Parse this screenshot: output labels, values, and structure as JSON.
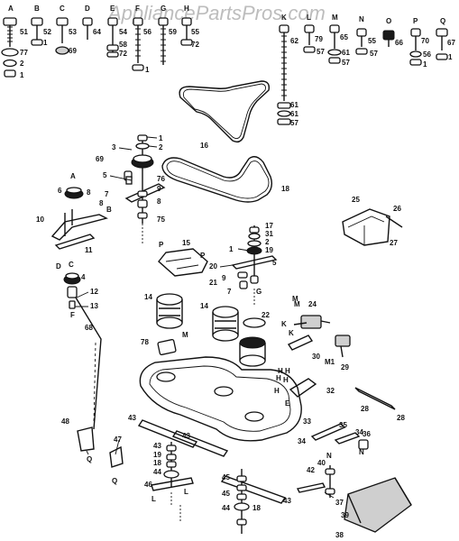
{
  "watermark": "AppliancePartsPros.com",
  "hardware_letters": [
    "A",
    "B",
    "C",
    "D",
    "E",
    "F",
    "G",
    "H",
    "K",
    "L",
    "M",
    "N",
    "O",
    "P",
    "Q"
  ],
  "hardware_numbers": {
    "A": [
      "51",
      "77",
      "2",
      "1"
    ],
    "B": [
      "52",
      "1"
    ],
    "C": [
      "53",
      "69"
    ],
    "D": [
      "64"
    ],
    "E": [
      "54",
      "58",
      "72"
    ],
    "F": [
      "56",
      "1"
    ],
    "G": [
      "59"
    ],
    "H": [
      "55",
      "72"
    ],
    "K": [
      "62",
      "61",
      "61",
      "57"
    ],
    "L": [
      "79",
      "57"
    ],
    "M": [
      "65",
      "61",
      "57"
    ],
    "N": [
      "55",
      "57"
    ],
    "O": [
      "66"
    ],
    "P": [
      "70",
      "56",
      "1"
    ],
    "Q": [
      "67",
      "1"
    ]
  },
  "assembly_labels": {
    "belt_upper": "16",
    "belt_lower": "18",
    "idler_top": [
      "1",
      "2",
      "3",
      "69",
      "5",
      "76",
      "9",
      "75",
      "8",
      "7"
    ],
    "left_arm": [
      "A",
      "8",
      "6",
      "B",
      "10",
      "11",
      "D",
      "C",
      "4",
      "12",
      "13",
      "F",
      "8"
    ],
    "cover": "15",
    "cover_letters": [
      "P",
      "P"
    ],
    "center_stack": [
      "17",
      "31",
      "2",
      "19",
      "1",
      "20",
      "5",
      "21",
      "7",
      "9",
      "G"
    ],
    "bracket_right": [
      "25",
      "26",
      "27"
    ],
    "spindles": [
      "14",
      "14",
      "22"
    ],
    "spindle_letters": [
      "K",
      "M",
      "K",
      "H",
      "H"
    ],
    "switch": [
      "24",
      "30",
      "29",
      "M",
      "M1"
    ],
    "rod": "68",
    "plate": "78",
    "plate_letters": [
      "M"
    ],
    "deck": [
      "32",
      "33",
      "28",
      "E"
    ],
    "deck_letters": [
      "H",
      "H",
      "H",
      "E"
    ],
    "left_bracket": [
      "48",
      "Q"
    ],
    "left_bracket_2": [
      "47",
      "Q"
    ],
    "blades": [
      "43",
      "43",
      "43",
      "43"
    ],
    "left_hub": [
      "43",
      "19",
      "18",
      "44",
      "46",
      "L",
      "L"
    ],
    "center_hub": [
      "45",
      "45",
      "44",
      "18"
    ],
    "right_parts": [
      "34",
      "35",
      "36",
      "34",
      "N",
      "N",
      "40",
      "42",
      "37",
      "39",
      "38"
    ]
  }
}
